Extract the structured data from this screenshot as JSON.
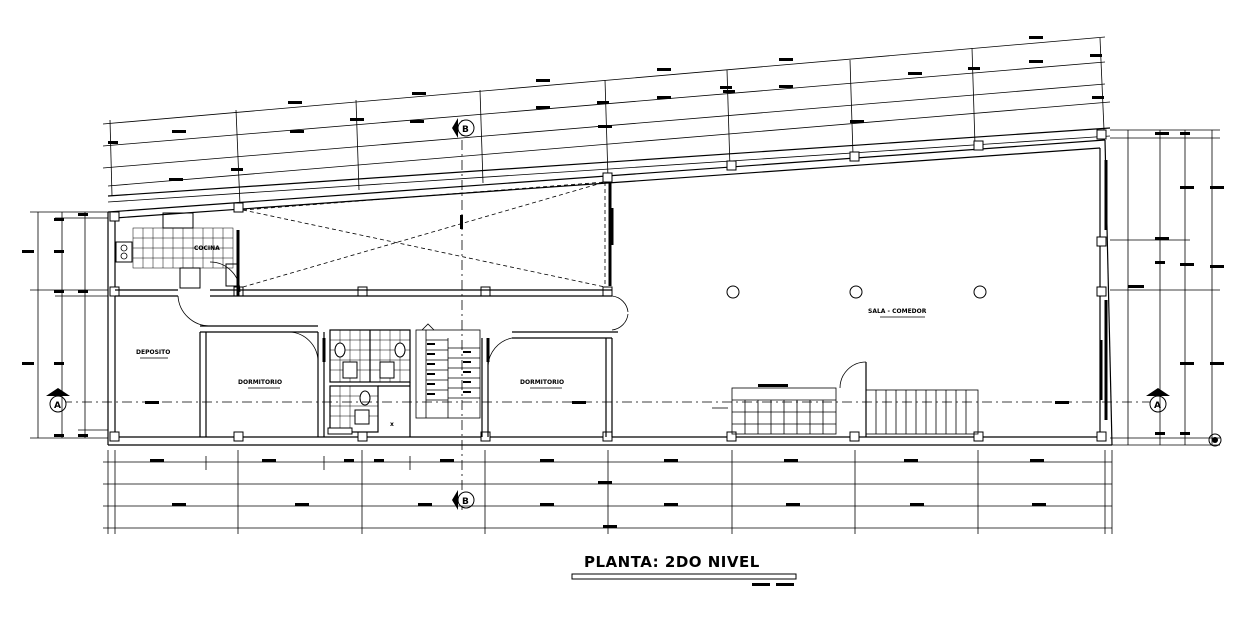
{
  "drawing": {
    "title": "PLANTA: 2DO NIVEL",
    "section_mark_left": "A",
    "section_mark_right": "A",
    "section_mark_top": "B",
    "section_mark_bottom": "B",
    "north_arrow": "north-arrow-icon"
  },
  "rooms": {
    "cocina": "COCINA",
    "deposito": "DEPOSITO",
    "dormitorio_1": "DORMITORIO",
    "dormitorio_2": "DORMITORIO",
    "sala_comedor": "SALA - COMEDOR"
  }
}
